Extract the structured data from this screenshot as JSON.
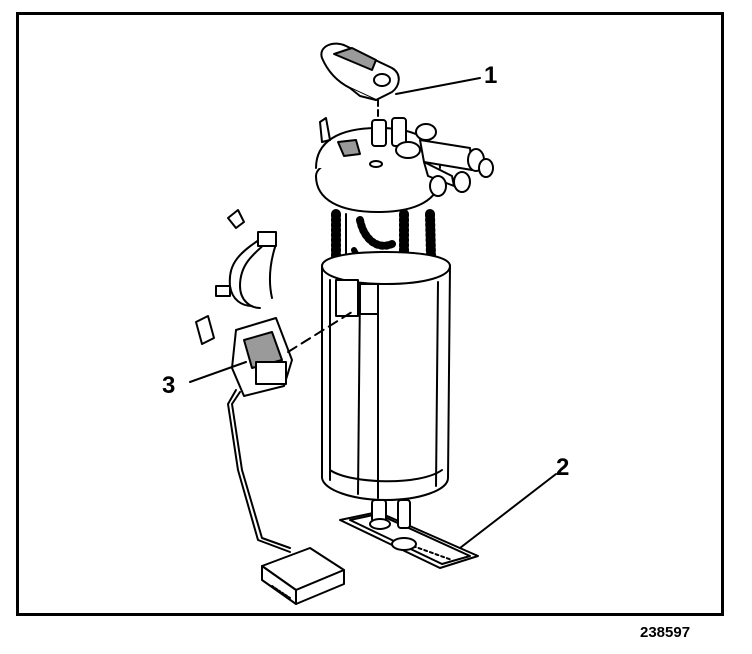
{
  "figure": {
    "callouts": [
      {
        "id": "1",
        "label": "1"
      },
      {
        "id": "2",
        "label": "2"
      },
      {
        "id": "3",
        "label": "3"
      }
    ],
    "figure_number": "238597"
  },
  "colors": {
    "line": "#000000",
    "background": "#ffffff",
    "shade": "#9a9a9a"
  }
}
